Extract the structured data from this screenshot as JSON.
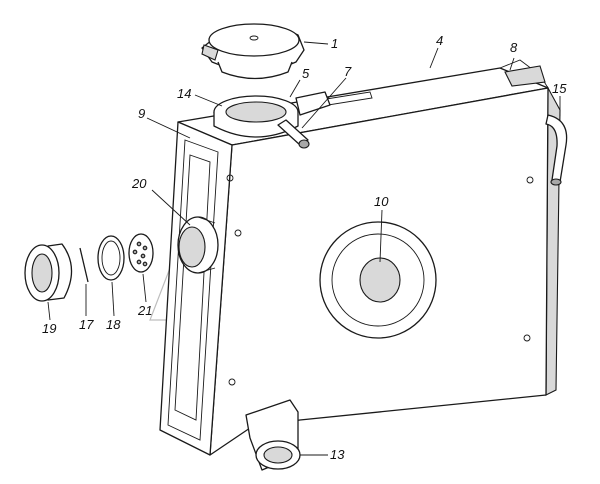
{
  "callouts": [
    {
      "id": "1",
      "label": "1"
    },
    {
      "id": "4",
      "label": "4"
    },
    {
      "id": "5",
      "label": "5"
    },
    {
      "id": "7",
      "label": "7"
    },
    {
      "id": "8",
      "label": "8"
    },
    {
      "id": "9",
      "label": "9"
    },
    {
      "id": "10",
      "label": "10"
    },
    {
      "id": "13",
      "label": "13"
    },
    {
      "id": "14",
      "label": "14"
    },
    {
      "id": "15",
      "label": "15"
    },
    {
      "id": "17",
      "label": "17"
    },
    {
      "id": "18",
      "label": "18"
    },
    {
      "id": "19",
      "label": "19"
    },
    {
      "id": "20",
      "label": "20"
    },
    {
      "id": "21",
      "label": "21"
    }
  ],
  "colors": {
    "line": "#1a1a1a",
    "shade": "#d9d9d9",
    "watermark": "#bdbdbd"
  },
  "watermark": "logo-watermark"
}
